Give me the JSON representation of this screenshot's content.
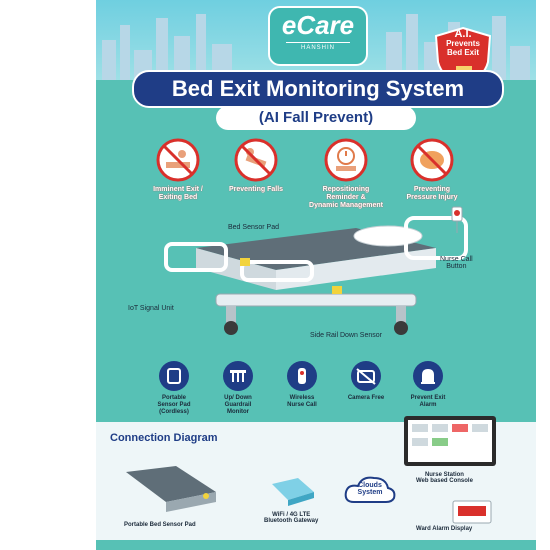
{
  "brand": {
    "logo_main": "eCare",
    "logo_sub": "HANSHIN"
  },
  "badge": {
    "line1": "A.I.",
    "line2": "Prevents",
    "line3": "Bed Exit"
  },
  "title": "Bed Exit Monitoring System",
  "subtitle": "(AI Fall Prevent)",
  "features": [
    {
      "label1": "Imminent Exit /",
      "label2": "Exiting Bed",
      "icon": "bed-exit-icon"
    },
    {
      "label1": "Preventing Falls",
      "label2": "",
      "icon": "fall-icon"
    },
    {
      "label1": "Repositioning Reminder &",
      "label2": "Dynamic Management",
      "icon": "clock-icon"
    },
    {
      "label1": "Preventing",
      "label2": "Pressure Injury",
      "icon": "pressure-icon"
    }
  ],
  "callouts": {
    "bed_sensor_pad": "Bed Sensor Pad",
    "nurse_call_button_1": "Nurse Call",
    "nurse_call_button_2": "Button",
    "iot_signal_unit": "IoT Signal Unit",
    "side_rail_sensor": "Side Rail Down Sensor"
  },
  "bottom_features": [
    {
      "label1": "Portable",
      "label2": "Sensor Pad",
      "label3": "(Cordless)",
      "icon": "sensor-pad-icon"
    },
    {
      "label1": "Up/ Down",
      "label2": "Guardrail",
      "label3": "Monitor",
      "icon": "guardrail-icon"
    },
    {
      "label1": "Wireless",
      "label2": "Nurse Call",
      "label3": "",
      "icon": "nurse-call-icon"
    },
    {
      "label1": "Camera Free",
      "label2": "",
      "label3": "",
      "icon": "camera-off-icon"
    },
    {
      "label1": "Prevent Exit",
      "label2": "Alarm",
      "label3": "",
      "icon": "alarm-icon"
    }
  ],
  "connection": {
    "title": "Connection Diagram",
    "portable_pad": "Portable Bed Sensor Pad",
    "gateway1": "WiFi / 4G LTE",
    "gateway2": "Bluetooth Gateway",
    "clouds1": "Clouds",
    "clouds2": "System",
    "nurse_station1": "Nurse Station",
    "nurse_station2": "Web based Console",
    "ward_alarm": "Ward Alarm Display"
  },
  "colors": {
    "teal": "#57c1b5",
    "navy": "#1f3d86",
    "red": "#d9302b",
    "white": "#ffffff"
  }
}
